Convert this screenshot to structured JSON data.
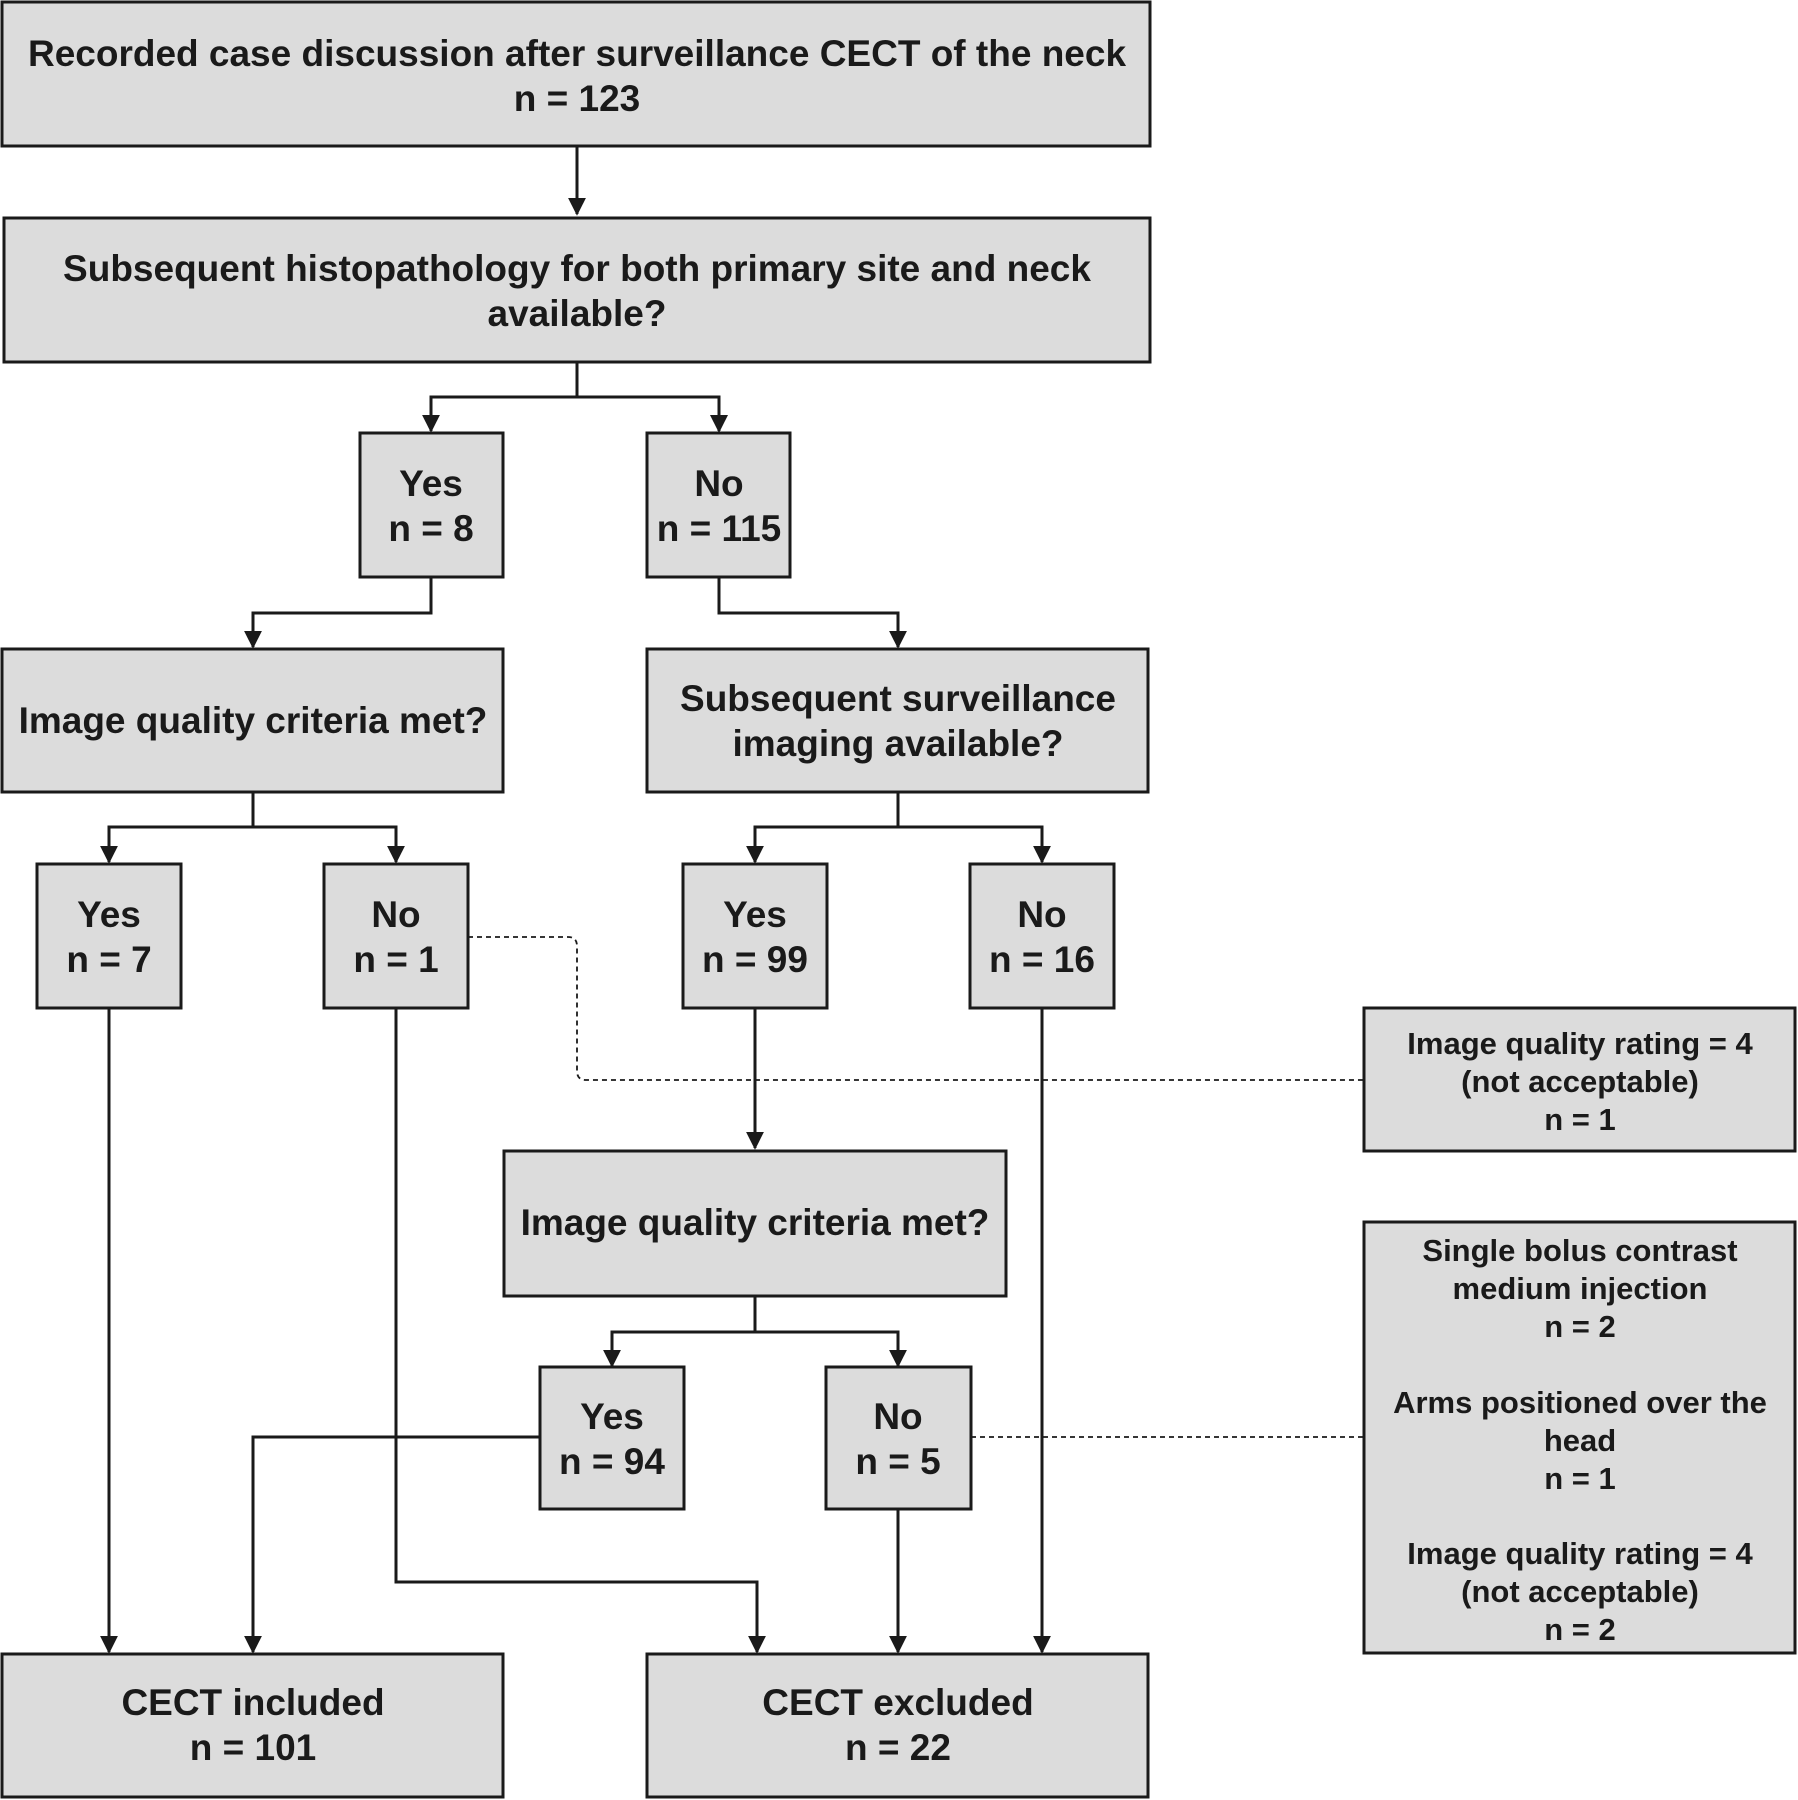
{
  "nodes": {
    "start": {
      "line1": "Recorded case discussion after surveillance CECT of the neck",
      "line2": "n = 123"
    },
    "histopathology_question": {
      "line1": "Subsequent histopathology for both primary site and neck",
      "line2": "available?"
    },
    "histo_yes": {
      "label": "Yes",
      "count": "n = 8"
    },
    "histo_no": {
      "label": "No",
      "count": "n = 115"
    },
    "quality_question_left": {
      "text": "Image quality criteria met?"
    },
    "surveillance_question": {
      "line1": "Subsequent surveillance",
      "line2": "imaging available?"
    },
    "quality_left_yes": {
      "label": "Yes",
      "count": "n = 7"
    },
    "quality_left_no": {
      "label": "No",
      "count": "n = 1"
    },
    "surveillance_yes": {
      "label": "Yes",
      "count": "n = 99"
    },
    "surveillance_no": {
      "label": "No",
      "count": "n = 16"
    },
    "quality_question_center": {
      "text": "Image quality criteria met?"
    },
    "quality_center_yes": {
      "label": "Yes",
      "count": "n = 94"
    },
    "quality_center_no": {
      "label": "No",
      "count": "n = 5"
    },
    "included": {
      "label": "CECT included",
      "count": "n = 101"
    },
    "excluded": {
      "label": "CECT excluded",
      "count": "n = 22"
    }
  },
  "notes": {
    "quality_note_1": {
      "line1": "Image quality rating = 4",
      "line2": "(not acceptable)",
      "line3": "n = 1"
    },
    "exclusion_reasons": {
      "r1_line1": "Single bolus contrast",
      "r1_line2": "medium injection",
      "r1_count": "n = 2",
      "r2_line1": "Arms positioned over the",
      "r2_line2": "head",
      "r2_count": "n = 1",
      "r3_line1": "Image quality rating = 4",
      "r3_line2": "(not acceptable)",
      "r3_count": "n = 2"
    }
  },
  "colors": {
    "box_fill": "#dcdcdc",
    "stroke": "#1a1a1a",
    "background": "#ffffff"
  }
}
